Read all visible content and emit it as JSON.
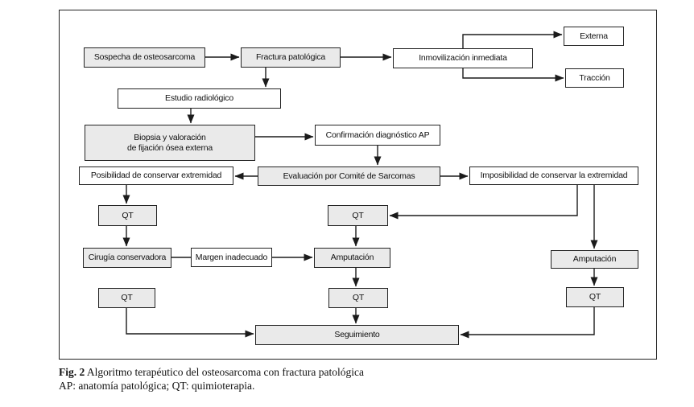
{
  "figure": {
    "caption_fig": "Fig. 2",
    "caption_title": " Algoritmo terapéutico del osteosarcoma con fractura patológica",
    "caption_abbrev": "AP: anatomía patológica; QT: quimioterapia."
  },
  "colors": {
    "box_gray": "#eaeaea",
    "box_white": "#ffffff",
    "line": "#1b1b1b"
  },
  "nodes": [
    {
      "id": "sospecha",
      "label": "Sospecha de osteosarcoma",
      "fill": "gray"
    },
    {
      "id": "fractura",
      "label": "Fractura patológica",
      "fill": "gray"
    },
    {
      "id": "inmovilizacion",
      "label": "Inmovilización inmediata",
      "fill": "white"
    },
    {
      "id": "externa",
      "label": "Externa",
      "fill": "white"
    },
    {
      "id": "traccion",
      "label": "Tracción",
      "fill": "white"
    },
    {
      "id": "estudio",
      "label": "Estudio radiológico",
      "fill": "white"
    },
    {
      "id": "biopsia",
      "label": "Biopsia y valoración\nde fijación ósea externa",
      "fill": "gray"
    },
    {
      "id": "confirmacion",
      "label": "Confirmación diagnóstico AP",
      "fill": "white"
    },
    {
      "id": "posibilidad",
      "label": "Posibilidad de conservar extremidad",
      "fill": "white"
    },
    {
      "id": "evaluacion",
      "label": "Evaluación por Comité de Sarcomas",
      "fill": "gray"
    },
    {
      "id": "imposibilidad",
      "label": "Imposibilidad de conservar la extremidad",
      "fill": "white"
    },
    {
      "id": "qt-left-1",
      "label": "QT",
      "fill": "gray"
    },
    {
      "id": "qt-mid-1",
      "label": "QT",
      "fill": "gray"
    },
    {
      "id": "cirugia",
      "label": "Cirugía conservadora",
      "fill": "gray"
    },
    {
      "id": "margen",
      "label": "Margen inadecuado",
      "fill": "white"
    },
    {
      "id": "amputacion-mid",
      "label": "Amputación",
      "fill": "gray"
    },
    {
      "id": "amputacion-right",
      "label": "Amputación",
      "fill": "gray"
    },
    {
      "id": "qt-left-2",
      "label": "QT",
      "fill": "gray"
    },
    {
      "id": "qt-mid-2",
      "label": "QT",
      "fill": "gray"
    },
    {
      "id": "qt-right",
      "label": "QT",
      "fill": "gray"
    },
    {
      "id": "seguimiento",
      "label": "Seguimiento",
      "fill": "gray"
    }
  ],
  "edges": [
    {
      "from": "sospecha",
      "to": "fractura",
      "arrow": true
    },
    {
      "from": "fractura",
      "to": "estudio",
      "arrow": true
    },
    {
      "from": "fractura",
      "to": "inmovilizacion",
      "arrow": true
    },
    {
      "from": "inmovilizacion",
      "to": "externa",
      "arrow": true
    },
    {
      "from": "inmovilizacion",
      "to": "traccion",
      "arrow": true
    },
    {
      "from": "estudio",
      "to": "biopsia",
      "arrow": true
    },
    {
      "from": "biopsia",
      "to": "confirmacion",
      "arrow": true
    },
    {
      "from": "confirmacion",
      "to": "evaluacion",
      "arrow": true
    },
    {
      "from": "evaluacion",
      "to": "posibilidad",
      "arrow": true
    },
    {
      "from": "evaluacion",
      "to": "imposibilidad",
      "arrow": true
    },
    {
      "from": "posibilidad",
      "to": "qt-left-1",
      "arrow": true
    },
    {
      "from": "qt-left-1",
      "to": "cirugia",
      "arrow": true
    },
    {
      "from": "cirugia",
      "to": "margen",
      "arrow": false
    },
    {
      "from": "margen",
      "to": "amputacion-mid",
      "arrow": true
    },
    {
      "from": "qt-mid-1",
      "to": "amputacion-mid",
      "arrow": true
    },
    {
      "from": "imposibilidad",
      "to": "qt-mid-1",
      "arrow": true
    },
    {
      "from": "imposibilidad",
      "to": "amputacion-right",
      "arrow": true
    },
    {
      "from": "amputacion-mid",
      "to": "qt-mid-2",
      "arrow": true
    },
    {
      "from": "amputacion-right",
      "to": "qt-right",
      "arrow": true
    },
    {
      "from": "qt-left-2",
      "to": "seguimiento",
      "arrow": true
    },
    {
      "from": "qt-mid-2",
      "to": "seguimiento",
      "arrow": true
    },
    {
      "from": "qt-right",
      "to": "seguimiento",
      "arrow": true
    }
  ]
}
